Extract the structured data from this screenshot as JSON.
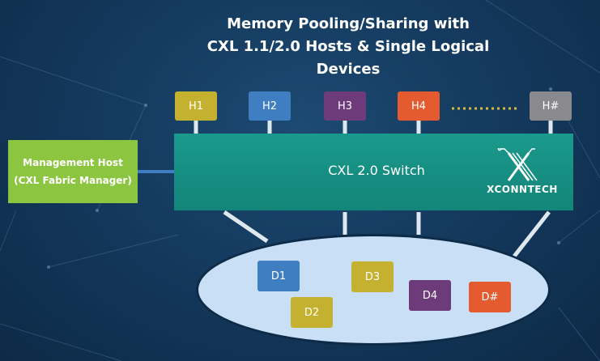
{
  "title": {
    "line1": "Memory Pooling/Sharing with",
    "line2": "CXL 1.1/2.0 Hosts & Single Logical Devices"
  },
  "hosts": [
    {
      "label": "H1",
      "color": "#c4b12f"
    },
    {
      "label": "H2",
      "color": "#3f7fc1"
    },
    {
      "label": "H3",
      "color": "#6d3a7a"
    },
    {
      "label": "H4",
      "color": "#e35b2f"
    },
    {
      "label": "H#",
      "color": "#8a8a8e"
    }
  ],
  "switch": {
    "label": "CXL 2.0 Switch",
    "color": "#138579"
  },
  "logo": {
    "text": "XCONNTECH"
  },
  "management_host": {
    "line1": "Management Host",
    "line2": "(CXL Fabric Manager)",
    "color": "#8cc641"
  },
  "devices": [
    {
      "label": "D1",
      "color": "#3f7fc1"
    },
    {
      "label": "D2",
      "color": "#c4b12f"
    },
    {
      "label": "D3",
      "color": "#c4b12f"
    },
    {
      "label": "D4",
      "color": "#6d3a7a"
    },
    {
      "label": "D#",
      "color": "#e35b2f"
    }
  ],
  "colors": {
    "pool": "#c9dff5",
    "link": "#dfe8ee",
    "mgmt_link": "#3f7fc1",
    "ellipsis": "#d4b93a"
  }
}
